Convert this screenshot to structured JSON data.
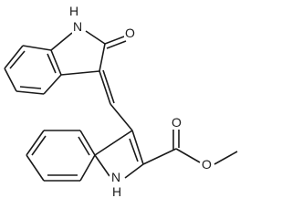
{
  "atom_labels": {
    "upper_ring_nh": "H",
    "upper_ring_n": "N",
    "ketone_o": "O",
    "lower_ring_nh": "H",
    "lower_ring_n": "N",
    "carbonyl_o": "O",
    "ester_o": "O"
  },
  "colors": {
    "bond": "#1a1a1a",
    "label": "#1a1a1a",
    "background": "#ffffff"
  }
}
